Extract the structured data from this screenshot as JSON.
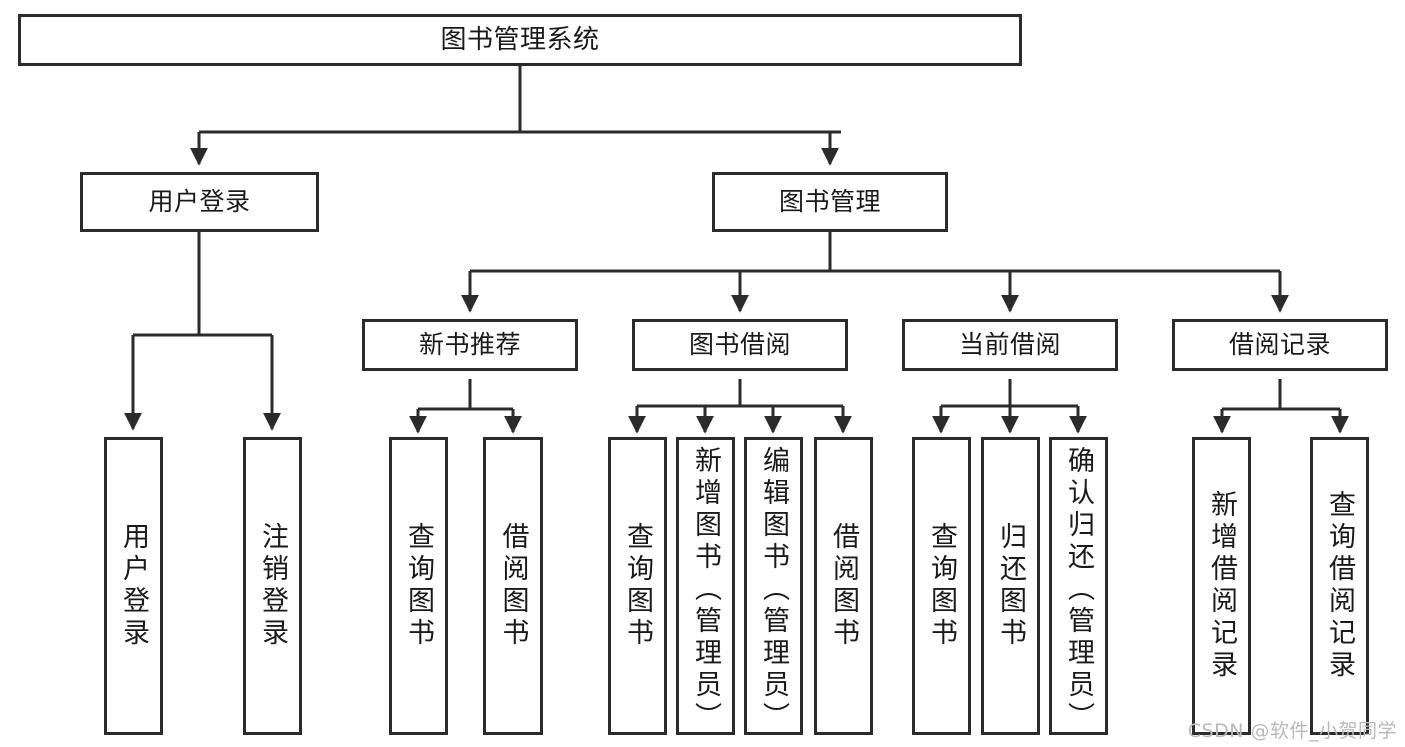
{
  "diagram": {
    "type": "tree-hierarchy",
    "title": "图书管理系统",
    "root": {
      "label": "图书管理系统"
    },
    "level2": [
      {
        "label": "用户登录"
      },
      {
        "label": "图书管理"
      }
    ],
    "level3": [
      {
        "label": "新书推荐"
      },
      {
        "label": "图书借阅"
      },
      {
        "label": "当前借阅"
      },
      {
        "label": "借阅记录"
      }
    ],
    "leaves": {
      "user_login": [
        {
          "label": "用户登录"
        },
        {
          "label": "注销登录"
        }
      ],
      "new_book_recommend": [
        {
          "label": "查询图书"
        },
        {
          "label": "借阅图书"
        }
      ],
      "book_borrow": [
        {
          "label": "查询图书"
        },
        {
          "label": "新增图书（管理员）"
        },
        {
          "label": "编辑图书（管理员）"
        },
        {
          "label": "借阅图书"
        }
      ],
      "current_borrow": [
        {
          "label": "查询图书"
        },
        {
          "label": "归还图书"
        },
        {
          "label": "确认归还（管理员）"
        }
      ],
      "borrow_record": [
        {
          "label": "新增借阅记录"
        },
        {
          "label": "查询借阅记录"
        }
      ]
    }
  },
  "watermark": {
    "text": "CSDN @软件_小贺同学"
  },
  "colors": {
    "stroke": "#2b2b2b",
    "background": "#ffffff",
    "text": "#1a1a1a",
    "watermark": "#b9b9b9"
  }
}
